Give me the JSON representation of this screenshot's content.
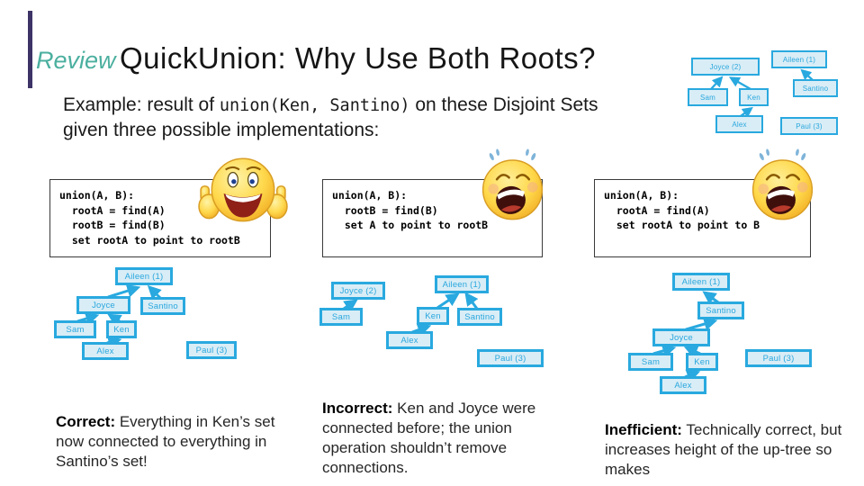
{
  "slide": {
    "title_prefix": "Review",
    "title_main": "QuickUnion: Why Use Both Roots?",
    "subtitle_pre": "Example: result of ",
    "subtitle_code": "union(Ken, Santino)",
    "subtitle_post": " on these Disjoint Sets given three possible implementations:"
  },
  "code_boxes": [
    {
      "lines": [
        "union(A, B):",
        "  rootA = find(A)",
        "  rootB = find(B)",
        "  set rootA to point to rootB"
      ]
    },
    {
      "lines": [
        "union(A, B):",
        "  rootB = find(B)",
        "  set A to point to rootB"
      ]
    },
    {
      "lines": [
        "union(A, B):",
        "  rootA = find(A)",
        "  set rootA to point to B"
      ]
    }
  ],
  "emojis": [
    "thumbs-up-smiley",
    "wailing-face",
    "wailing-face"
  ],
  "trees": {
    "header": {
      "joyce": "Joyce (2)",
      "sam": "Sam",
      "ken": "Ken",
      "alex": "Alex",
      "aileen": "Aileen (1)",
      "santino": "Santino",
      "paul": "Paul (3)"
    },
    "t1": {
      "aileen": "Aileen (1)",
      "joyce": "Joyce",
      "santino": "Santino",
      "sam": "Sam",
      "ken": "Ken",
      "alex": "Alex",
      "paul": "Paul (3)"
    },
    "t2": {
      "joyce": "Joyce (2)",
      "sam": "Sam",
      "aileen": "Aileen (1)",
      "ken": "Ken",
      "santino": "Santino",
      "alex": "Alex",
      "paul": "Paul (3)"
    },
    "t3": {
      "aileen": "Aileen (1)",
      "santino": "Santino",
      "joyce": "Joyce",
      "sam": "Sam",
      "ken": "Ken",
      "alex": "Alex",
      "paul": "Paul (3)"
    }
  },
  "captions": [
    {
      "label": "Correct:",
      "text": " Everything in Ken’s set now connected to everything in Santino’s set!"
    },
    {
      "label": "Incorrect:",
      "text": " Ken and Joyce were connected before; the union operation shouldn’t remove connections."
    },
    {
      "label": "Inefficient:",
      "text": " Technically correct, but increases height of the up-tree so makes"
    }
  ],
  "colors": {
    "node_border": "#29A9DF",
    "node_fill": "#D9EDF6",
    "accent_teal": "#4BAF9F",
    "accent_bar": "#3D3366"
  }
}
